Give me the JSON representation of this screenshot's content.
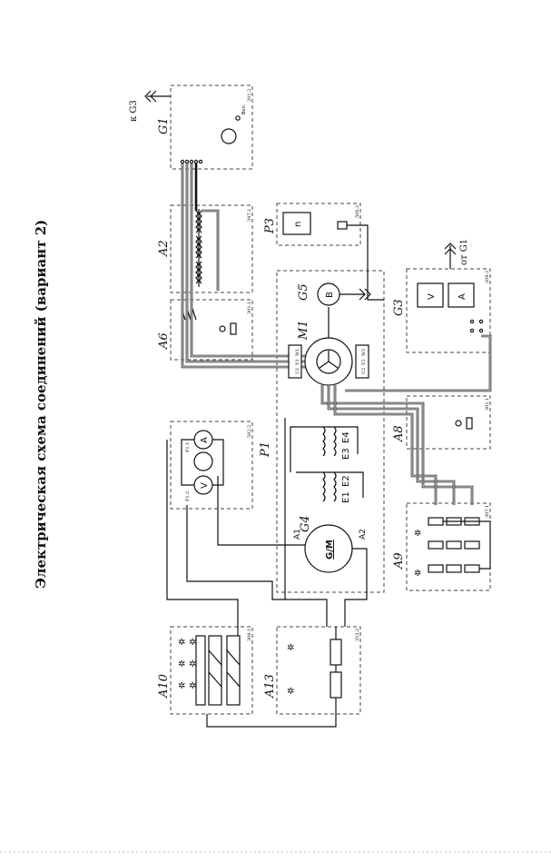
{
  "title": "Электрическая схема соединений (вариант 2)",
  "blocks": {
    "G1": {
      "label": "G1",
      "code": "201.2",
      "note": "Вкл."
    },
    "A2": {
      "label": "A2",
      "code": "347.1"
    },
    "A6": {
      "label": "A6",
      "code": "301.1"
    },
    "P1": {
      "label": "P1",
      "code": "502.2",
      "sub1": "P1.1",
      "sub2": "P1.2"
    },
    "P3": {
      "label": "P3",
      "code": "506.2"
    },
    "M1": {
      "label": "M1"
    },
    "G5": {
      "label": "G5"
    },
    "G4": {
      "label": "G4",
      "machine": "G/M"
    },
    "G3": {
      "label": "G3",
      "code": "209.2"
    },
    "A8": {
      "label": "A8",
      "code": "301.1"
    },
    "A9": {
      "label": "A9",
      "code": "307.1"
    },
    "A10": {
      "label": "A10",
      "code": "306.1"
    },
    "A13": {
      "label": "A13",
      "code": "323.2"
    }
  },
  "references": {
    "to_G3": "к G3",
    "from_G1": "от G1"
  },
  "symbols": {
    "voltmeter": "V",
    "ammeter": "A",
    "speed": "n",
    "encoder": "B",
    "a1": "A1",
    "a2": "A2",
    "e1": "E1",
    "e2": "E2",
    "e3": "E3",
    "e4": "E4",
    "u1": "U1",
    "v1": "V1",
    "w1": "W1",
    "u2": "U2",
    "v2": "V2",
    "w2": "W2"
  }
}
